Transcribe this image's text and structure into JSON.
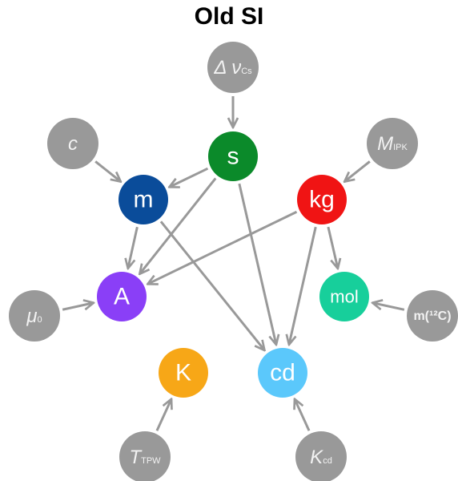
{
  "title": "Old SI",
  "colors": {
    "edge": "#999999",
    "constant": "#999999"
  },
  "units": [
    {
      "id": "s",
      "label": "s",
      "color": "#0b8a2a"
    },
    {
      "id": "m",
      "label": "m",
      "color": "#0a4c9a"
    },
    {
      "id": "kg",
      "label": "kg",
      "color": "#f01414"
    },
    {
      "id": "A",
      "label": "A",
      "color": "#8a3ff7"
    },
    {
      "id": "mol",
      "label": "mol",
      "color": "#17cf9b"
    },
    {
      "id": "K",
      "label": "K",
      "color": "#f7a717"
    },
    {
      "id": "cd",
      "label": "cd",
      "color": "#5bc8fb"
    }
  ],
  "constants": [
    {
      "id": "dvcs",
      "main": "Δ ν",
      "sub": "Cs"
    },
    {
      "id": "c",
      "main": "c",
      "sub": ""
    },
    {
      "id": "mipk",
      "main": "M",
      "sub": "IPK"
    },
    {
      "id": "mu0",
      "main": "μ",
      "sub": "0"
    },
    {
      "id": "m12c",
      "main": "m(¹²C)",
      "sub": ""
    },
    {
      "id": "ttpw",
      "main": "T",
      "sub": "TPW"
    },
    {
      "id": "kcd",
      "main": "K",
      "sub": "cd"
    }
  ],
  "edges": [
    [
      "dvcs",
      "s"
    ],
    [
      "c",
      "m"
    ],
    [
      "s",
      "m"
    ],
    [
      "mipk",
      "kg"
    ],
    [
      "m",
      "A"
    ],
    [
      "s",
      "A"
    ],
    [
      "kg",
      "A"
    ],
    [
      "m",
      "cd"
    ],
    [
      "s",
      "cd"
    ],
    [
      "kg",
      "cd"
    ],
    [
      "kg",
      "mol"
    ],
    [
      "mu0",
      "A"
    ],
    [
      "m12c",
      "mol"
    ],
    [
      "ttpw",
      "K"
    ],
    [
      "kcd",
      "cd"
    ]
  ]
}
